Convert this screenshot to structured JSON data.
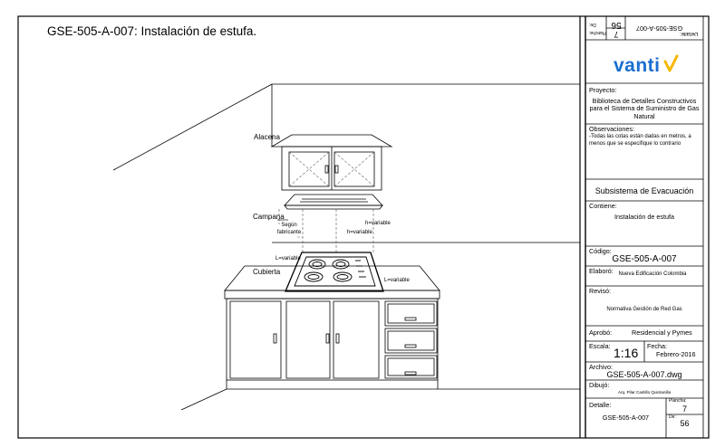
{
  "title": "GSE-505-A-007: Instalación de estufa.",
  "drawing_labels": {
    "alacena": "Alacena",
    "campana": "Campana",
    "segun_fabricante": "Según fabricante",
    "h_variable": "h=variable",
    "l_variable": "L=variable",
    "cubierta": "Cubierta"
  },
  "title_block": {
    "top_plancha_value": "7",
    "top_plancha_label": "Plancha:",
    "top_de_label": "De:",
    "top_de_value": "56",
    "top_detalle_label": "Detalle:",
    "top_detalle_value": "GSE-505-A-007",
    "logo_text": "vanti",
    "logo_color": "#1b6fd1",
    "logo_check_color": "#f5b800",
    "proyecto_label": "Proyecto:",
    "proyecto_value": "Biblioteca de Detalles Constructivos para el Sistema de Suministro de Gas Natural",
    "observaciones_label": "Observaciones:",
    "observaciones_value": "-Todas las cotas están dadas en metros, a menos que se especifique lo contrario",
    "subsistema": "Subsistema de Evacuación",
    "contiene_label": "Contiene:",
    "contiene_value": "Instalación de estufa",
    "codigo_label": "Código:",
    "codigo_value": "GSE-505-A-007",
    "elaboro_label": "Elaboró:",
    "elaboro_value": "Nueva Edificación Colombia",
    "reviso_label": "Revisó:",
    "reviso_value": "Normativa Gestión de Red Gas",
    "aprobo_label": "Aprobó:",
    "aprobo_value": "Residencial y Pymes",
    "escala_label": "Escala:",
    "escala_value": "1:16",
    "fecha_label": "Fecha:",
    "fecha_value": "Febrero-2016",
    "archivo_label": "Archivo:",
    "archivo_value": "GSE-505-A-007.dwg",
    "dibujo_label": "Dibujó:",
    "dibujo_value": "Arq. Pilar Castillo Quintanilla",
    "detalle_label": "Detalle:",
    "detalle_value": "GSE-505-A-007",
    "plancha_label": "Plancha:",
    "plancha_value": "7",
    "de_label": "De:",
    "de_value": "56"
  }
}
